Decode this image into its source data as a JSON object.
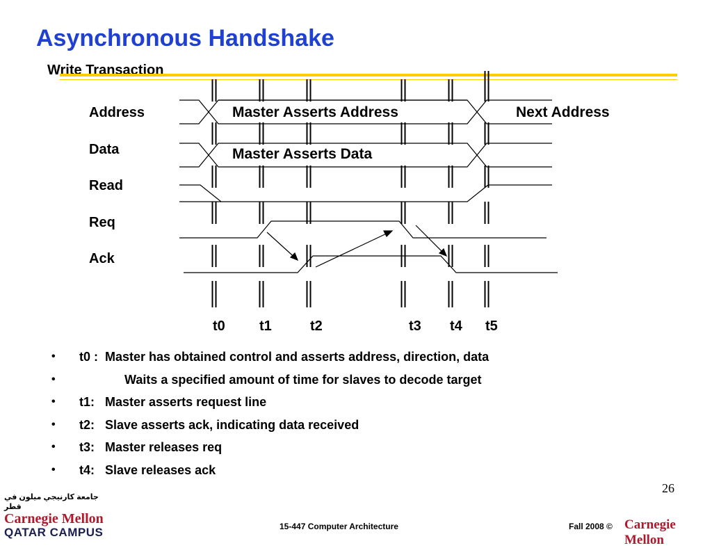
{
  "title": "Asynchronous Handshake",
  "subtitle": "Write Transaction",
  "signals": [
    "Address",
    "Data",
    "Read",
    "Req",
    "Ack"
  ],
  "diagram_labels": {
    "master_address": "Master Asserts Address",
    "next_address": "Next Address",
    "master_data": "Master Asserts Data"
  },
  "time_markers": [
    "t0",
    "t1",
    "t2",
    "t3",
    "t4",
    "t5"
  ],
  "bullets": [
    "t0 :  Master has obtained control and asserts address, direction, data",
    "             Waits a specified amount of time for slaves to decode target",
    "t1:   Master asserts request line",
    "t2:   Slave asserts ack, indicating data received",
    "t3:   Master releases req",
    "t4:   Slave releases ack"
  ],
  "bullet_glyph": "•",
  "page_number": "26",
  "logo": {
    "arabic": "جامعة كارنيجي ميلون في قطر",
    "name": "Carnegie Mellon",
    "campus": "QATAR CAMPUS"
  },
  "footer": {
    "course": "15-447  Computer Architecture",
    "term": "Fall 2008 ©",
    "brand": "Carnegie Mellon"
  },
  "colors": {
    "title": "#1f40d0",
    "rule": "#ffcc00",
    "brand_red": "#b0182c",
    "campus_navy": "#1a1f4d"
  }
}
